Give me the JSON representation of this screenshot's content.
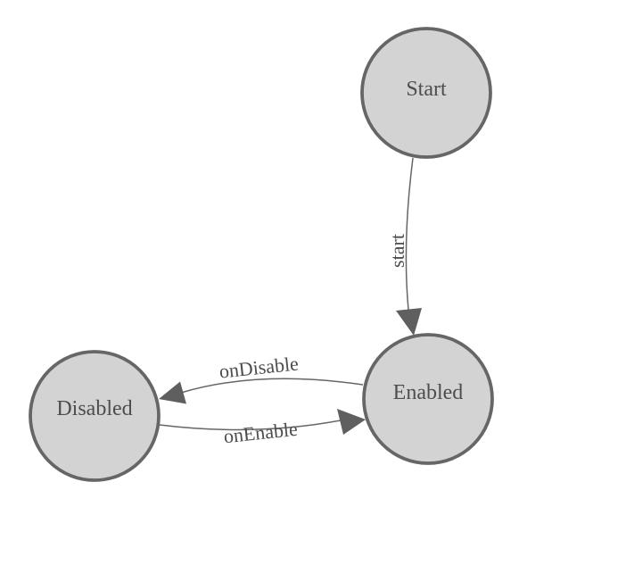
{
  "diagram": {
    "type": "state-machine",
    "nodes": [
      {
        "id": "start",
        "label": "Start"
      },
      {
        "id": "enabled",
        "label": "Enabled"
      },
      {
        "id": "disabled",
        "label": "Disabled"
      }
    ],
    "edges": [
      {
        "from": "start",
        "to": "enabled",
        "label": "start"
      },
      {
        "from": "enabled",
        "to": "disabled",
        "label": "onDisable"
      },
      {
        "from": "disabled",
        "to": "enabled",
        "label": "onEnable"
      }
    ]
  },
  "colors": {
    "background": "#ffffff",
    "node_fill": "#d3d3d3",
    "node_stroke": "#666666",
    "edge_stroke": "#666666",
    "arrow_fill": "#5f5f5f",
    "text": "#4d4d4d"
  }
}
